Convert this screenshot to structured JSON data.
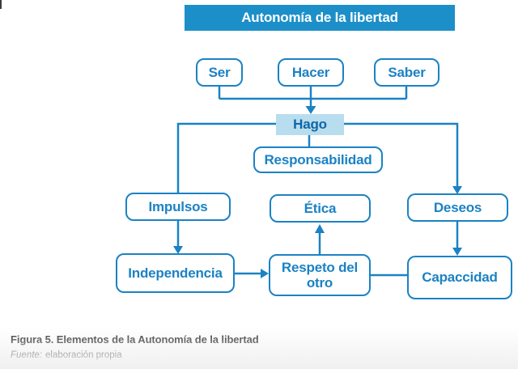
{
  "diagram": {
    "title": "Autonomía de la libertad",
    "nodes": {
      "ser": "Ser",
      "hacer": "Hacer",
      "saber": "Saber",
      "hago": "Hago",
      "responsabilidad": "Responsabilidad",
      "impulsos": "Impulsos",
      "etica": "Ética",
      "deseos": "Deseos",
      "independencia": "Independencia",
      "respeto": "Respeto del otro",
      "capaccidad": "Capaccidad"
    },
    "colors": {
      "accent": "#1b82c4",
      "header_fill": "#1c8fc9",
      "hago_fill": "#b8ddee",
      "hago_text": "#0f66a9",
      "caption_color": "#2d2d2d",
      "source_color": "#3a3a3a"
    }
  },
  "caption": {
    "figure_label": "Figura 5. Elementos de la Autonomía de la libertad",
    "source_prefix": "Fuente:",
    "source_text": "elaboración propia"
  }
}
